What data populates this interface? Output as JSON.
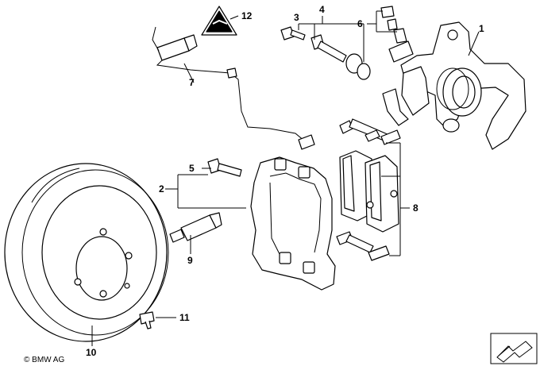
{
  "callouts": {
    "c1": "1",
    "c2": "2",
    "c3": "3",
    "c4": "4",
    "c5": "5",
    "c6": "6",
    "c7": "7",
    "c8": "8",
    "c9": "9",
    "c10": "10",
    "c11": "11",
    "c12": "12"
  },
  "copyright": "© BMW AG"
}
